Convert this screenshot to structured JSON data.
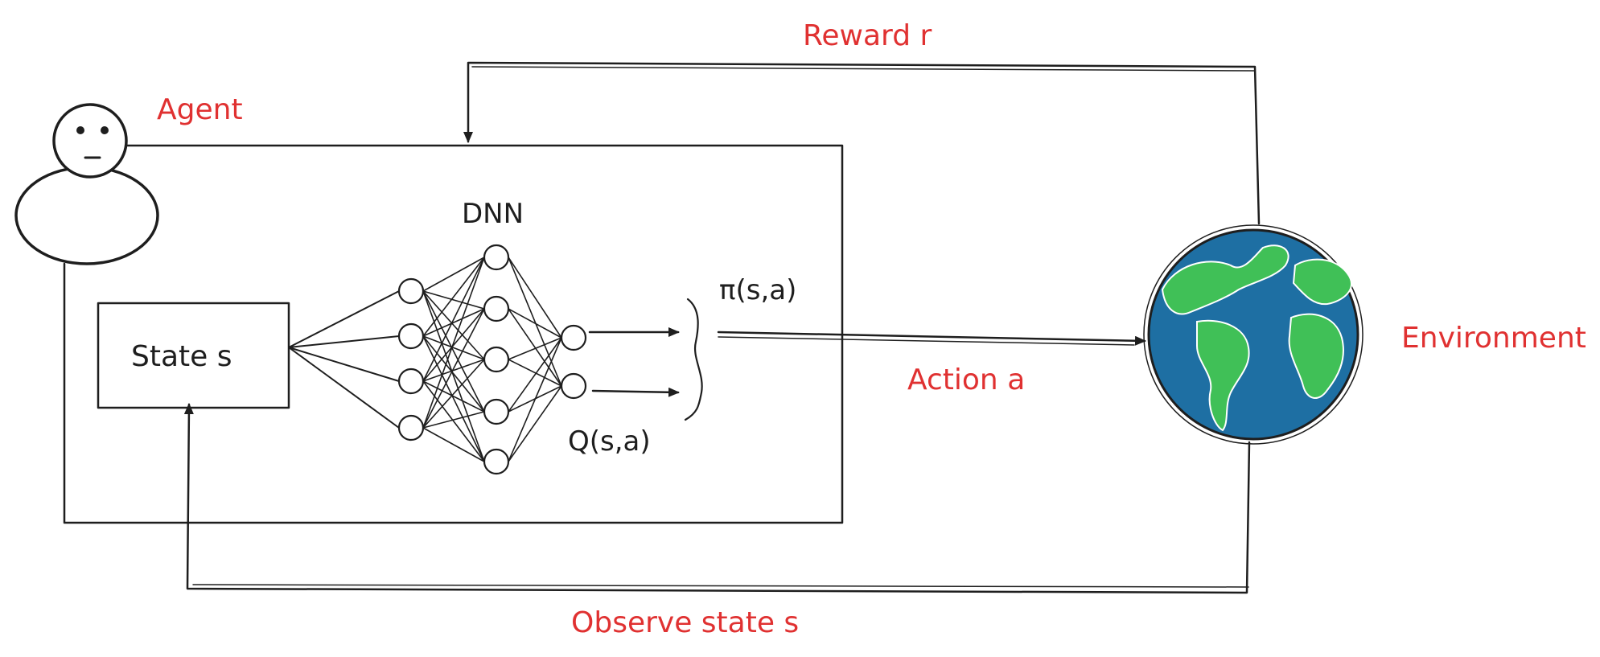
{
  "labels": {
    "agent": "Agent",
    "reward": "Reward r",
    "dnn": "DNN",
    "state": "State s",
    "policy": "π(s,a)",
    "qvalue": "Q(s,a)",
    "action": "Action a",
    "environment": "Environment",
    "observe": "Observe state s"
  },
  "network": {
    "layers": [
      4,
      5,
      2
    ]
  },
  "colors": {
    "label": "#e03131",
    "ink": "#1e1e1e",
    "ocean": "#1e6fa3",
    "land": "#40c057"
  },
  "icons": {
    "agent": "stick-figure-icon",
    "environment": "globe-icon"
  }
}
